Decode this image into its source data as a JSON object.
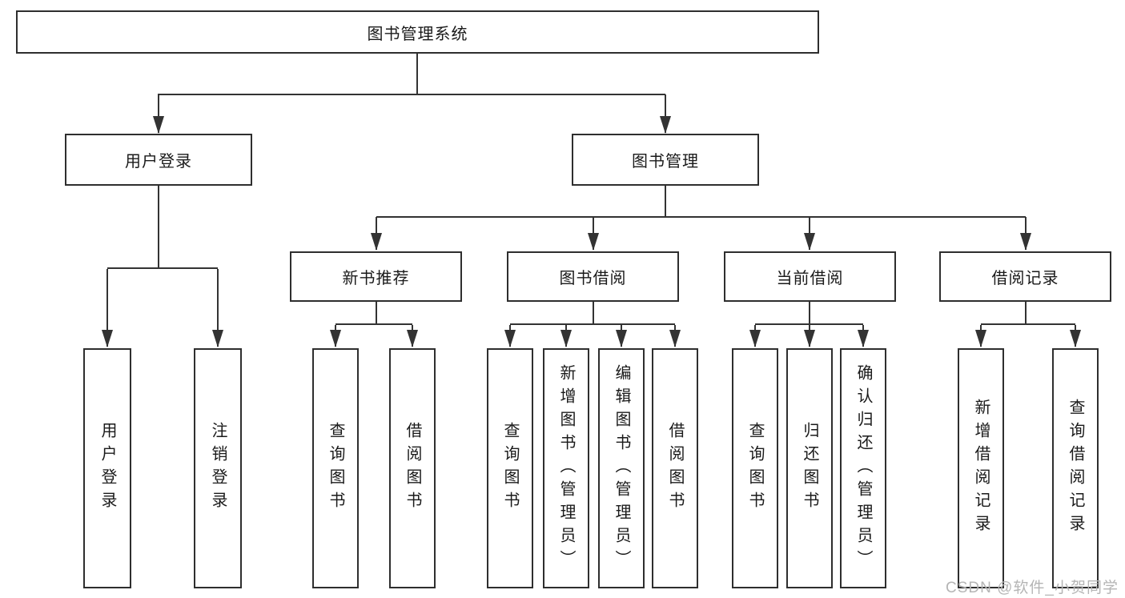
{
  "diagram": {
    "type": "hierarchy-tree",
    "nodes": {
      "root": "图书管理系统",
      "level1": [
        "用户登录",
        "图书管理"
      ],
      "level2": [
        "新书推荐",
        "图书借阅",
        "当前借阅",
        "借阅记录"
      ],
      "leaves": [
        "用户登录",
        "注销登录",
        "查询图书",
        "借阅图书",
        "查询图书",
        "新增图书（管理员）",
        "编辑图书（管理员）",
        "借阅图书",
        "查询图书",
        "归还图书",
        "确认归还（管理员）",
        "新增借阅记录",
        "查询借阅记录"
      ]
    },
    "structure": {
      "图书管理系统": [
        "用户登录",
        "图书管理"
      ],
      "用户登录": [
        "用户登录",
        "注销登录"
      ],
      "图书管理": [
        "新书推荐",
        "图书借阅",
        "当前借阅",
        "借阅记录"
      ],
      "新书推荐": [
        "查询图书",
        "借阅图书"
      ],
      "图书借阅": [
        "查询图书",
        "新增图书（管理员）",
        "编辑图书（管理员）",
        "借阅图书"
      ],
      "当前借阅": [
        "查询图书",
        "归还图书",
        "确认归还（管理员）"
      ],
      "借阅记录": [
        "新增借阅记录",
        "查询借阅记录"
      ]
    },
    "colors": {
      "line": "#333333",
      "box_border": "#2e2e2e",
      "text": "#1a1a1a",
      "watermark": "#b5b5b5",
      "background": "#ffffff"
    }
  },
  "watermark": "CSDN @软件_小贺同学"
}
